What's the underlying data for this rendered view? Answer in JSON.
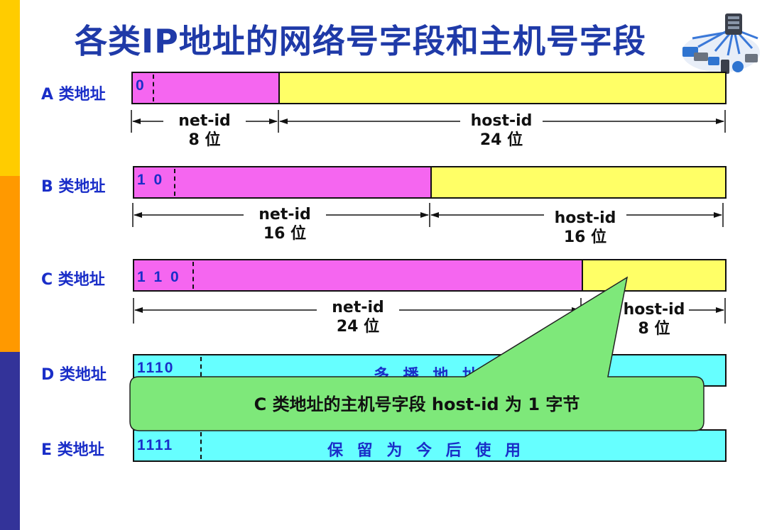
{
  "title": "各类IP地址的网络号字段和主机号字段",
  "colors": {
    "net": "#f566f0",
    "host": "#ffff66",
    "multicast": "#66ffff",
    "title": "#1f3aa8",
    "label": "#1a2ec8",
    "callout": "#7ee87a"
  },
  "classes": {
    "a": {
      "label": "A 类地址",
      "prefix": "0",
      "net": {
        "name": "net-id",
        "bits": "8 位"
      },
      "host": {
        "name": "host-id",
        "bits": "24 位"
      }
    },
    "b": {
      "label": "B 类地址",
      "prefix": "1 0",
      "net": {
        "name": "net-id",
        "bits": "16 位"
      },
      "host": {
        "name": "host-id",
        "bits": "16 位"
      }
    },
    "c": {
      "label": "C 类地址",
      "prefix": "1 1 0",
      "net": {
        "name": "net-id",
        "bits": "24 位"
      },
      "host": {
        "name": "host-id",
        "bits": "8 位"
      }
    },
    "d": {
      "label": "D 类地址",
      "prefix": "1110",
      "text": "多 播 地 址"
    },
    "e": {
      "label": "E 类地址",
      "prefix": "1111",
      "text": "保 留 为 今 后 使 用"
    }
  },
  "callout": {
    "text": "C 类地址的主机号字段 host-id 为 1 字节"
  },
  "decoration": {
    "icon": "network-topology-icon"
  }
}
